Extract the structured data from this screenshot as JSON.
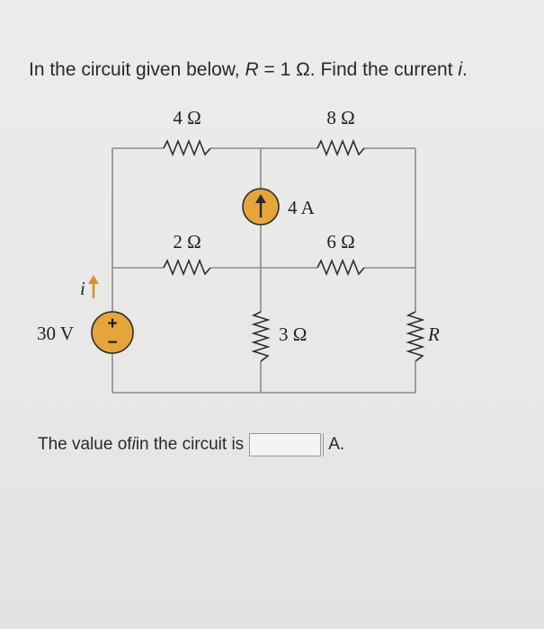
{
  "question": {
    "prefix": "In the circuit given below, ",
    "r_var": "R",
    "r_value": " = 1 Ω. Find the current ",
    "i_var": "i",
    "suffix": "."
  },
  "circuit": {
    "r_top_left": "4 Ω",
    "r_top_right": "8 Ω",
    "r_mid_left": "2 Ω",
    "r_mid_right": "6 Ω",
    "r_center": "3 Ω",
    "r_right_var": "R",
    "current_source": "4 A",
    "voltage_source": "30 V",
    "current_var": "i",
    "plus": "+",
    "minus": "−",
    "wire_color": "#8a8a8a",
    "source_color": "#e5a53a"
  },
  "answer": {
    "prefix": "The value of ",
    "var": "i",
    "middle": " in the circuit is",
    "input_value": "",
    "unit": "A."
  }
}
